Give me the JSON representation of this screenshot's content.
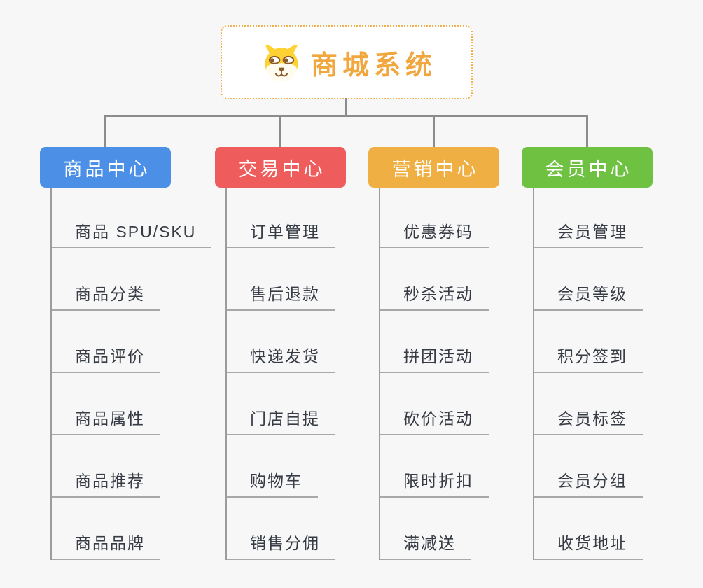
{
  "root": {
    "title": "商城系统",
    "icon": "dog-mascot-icon"
  },
  "branches": [
    {
      "label": "商品中心",
      "color": "#4b90e6",
      "children": [
        "商品 SPU/SKU",
        "商品分类",
        "商品评价",
        "商品属性",
        "商品推荐",
        "商品品牌"
      ]
    },
    {
      "label": "交易中心",
      "color": "#ee5c5c",
      "children": [
        "订单管理",
        "售后退款",
        "快递发货",
        "门店自提",
        "购物车",
        "销售分佣"
      ]
    },
    {
      "label": "营销中心",
      "color": "#efaf42",
      "children": [
        "优惠券码",
        "秒杀活动",
        "拼团活动",
        "砍价活动",
        "限时折扣",
        "满减送"
      ]
    },
    {
      "label": "会员中心",
      "color": "#6fc141",
      "children": [
        "会员管理",
        "会员等级",
        "积分签到",
        "会员标签",
        "会员分组",
        "收货地址"
      ]
    }
  ],
  "style_colors": {
    "background": "#f7f7f7",
    "root_border": "#f2b14d",
    "root_title": "#f1a73d",
    "connector": "#8c8c8c",
    "spine": "#9c9c9c",
    "underline": "#a8a8a8",
    "leaf_text": "#363b44",
    "mascot_yellow": "#ffd233",
    "mascot_face": "#fffbee",
    "mascot_brown": "#8a5a28"
  }
}
